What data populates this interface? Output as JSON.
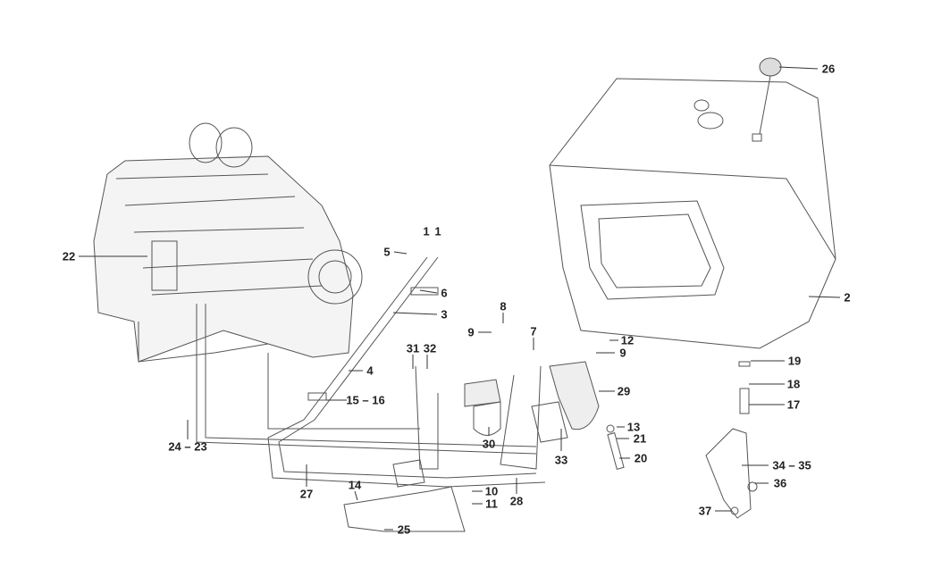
{
  "diagram": {
    "callouts": [
      {
        "id": "c26",
        "text": "26"
      },
      {
        "id": "c1a",
        "text": "1"
      },
      {
        "id": "c1b",
        "text": "1"
      },
      {
        "id": "c5",
        "text": "5"
      },
      {
        "id": "c22",
        "text": "22"
      },
      {
        "id": "c6",
        "text": "6"
      },
      {
        "id": "c3",
        "text": "3"
      },
      {
        "id": "c2",
        "text": "2"
      },
      {
        "id": "c8",
        "text": "8"
      },
      {
        "id": "c9a",
        "text": "9"
      },
      {
        "id": "c7",
        "text": "7"
      },
      {
        "id": "c12",
        "text": "12"
      },
      {
        "id": "c9b",
        "text": "9"
      },
      {
        "id": "c31",
        "text": "31"
      },
      {
        "id": "c32",
        "text": "32"
      },
      {
        "id": "c4",
        "text": "4"
      },
      {
        "id": "c19",
        "text": "19"
      },
      {
        "id": "c29",
        "text": "29"
      },
      {
        "id": "c1516",
        "text": "15 – 16"
      },
      {
        "id": "c18",
        "text": "18"
      },
      {
        "id": "c17",
        "text": "17"
      },
      {
        "id": "c13",
        "text": "13"
      },
      {
        "id": "c21",
        "text": "21"
      },
      {
        "id": "c2423",
        "text": "24 – 23"
      },
      {
        "id": "c30",
        "text": "30"
      },
      {
        "id": "c33",
        "text": "33"
      },
      {
        "id": "c20",
        "text": "20"
      },
      {
        "id": "c3435",
        "text": "34 – 35"
      },
      {
        "id": "c36",
        "text": "36"
      },
      {
        "id": "c27",
        "text": "27"
      },
      {
        "id": "c14",
        "text": "14"
      },
      {
        "id": "c10",
        "text": "10"
      },
      {
        "id": "c11",
        "text": "11"
      },
      {
        "id": "c28",
        "text": "28"
      },
      {
        "id": "c37",
        "text": "37"
      },
      {
        "id": "c25",
        "text": "25"
      }
    ],
    "line_color": "#555555"
  }
}
